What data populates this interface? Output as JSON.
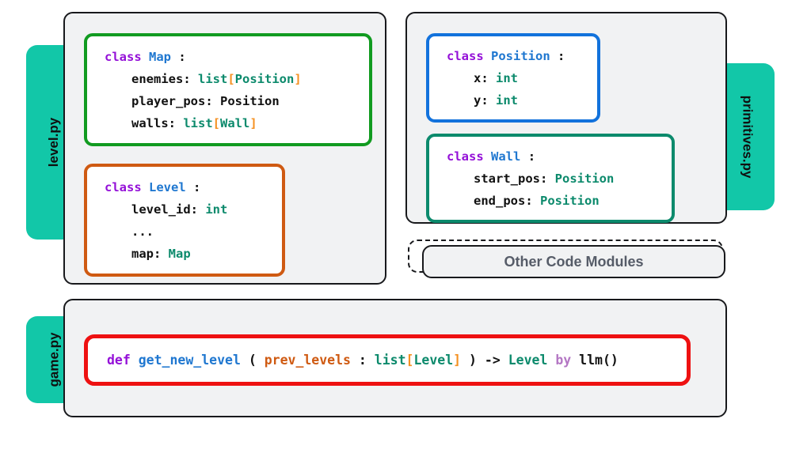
{
  "diagram": {
    "title": "Code module diagram",
    "colors": {
      "tab": "#12C7A8",
      "panel": "#F1F2F3",
      "panel_border": "#18191C",
      "keyword": "#9410D8",
      "class_name": "#1F77D0",
      "type": "#0C8A6C",
      "bracket": "#F59122",
      "argument": "#CF5A12",
      "by_keyword": "#B477C4",
      "box_green": "#119B20",
      "box_orange": "#CF5A12",
      "box_blue": "#1272DC",
      "box_teal": "#0C8A6C",
      "box_red": "#EE1111",
      "other_modules_text": "#565C68"
    }
  },
  "modules": {
    "level": {
      "tab_label": "level.py",
      "classes": {
        "map": {
          "border_color": "#119B20",
          "header": {
            "keyword": "class",
            "name": "Map",
            "colon": ":"
          },
          "fields": [
            {
              "name": "enemies:",
              "type": "list",
              "open": "[",
              "inner": "Position",
              "close": "]"
            },
            {
              "name": "player_pos:",
              "type": "Position",
              "open": "",
              "inner": "",
              "close": ""
            },
            {
              "name": "walls:",
              "type": "list",
              "open": "[",
              "inner": "Wall",
              "close": "]"
            }
          ]
        },
        "level": {
          "border_color": "#CF5A12",
          "header": {
            "keyword": "class",
            "name": "Level",
            "colon": ":"
          },
          "fields": [
            {
              "name": "level_id:",
              "type": "int",
              "open": "",
              "inner": "",
              "close": ""
            },
            {
              "name": "...",
              "type": "",
              "open": "",
              "inner": "",
              "close": ""
            },
            {
              "name": "map:",
              "type": "Map",
              "open": "",
              "inner": "",
              "close": ""
            }
          ]
        }
      }
    },
    "primitives": {
      "tab_label": "primitives.py",
      "classes": {
        "position": {
          "border_color": "#1272DC",
          "header": {
            "keyword": "class",
            "name": "Position",
            "colon": ":"
          },
          "fields": [
            {
              "name": "x:",
              "type": "int",
              "open": "",
              "inner": "",
              "close": ""
            },
            {
              "name": "y:",
              "type": "int",
              "open": "",
              "inner": "",
              "close": ""
            }
          ]
        },
        "wall": {
          "border_color": "#0C8A6C",
          "header": {
            "keyword": "class",
            "name": "Wall",
            "colon": ":"
          },
          "fields": [
            {
              "name": "start_pos:",
              "type": "Position",
              "open": "",
              "inner": "",
              "close": ""
            },
            {
              "name": "end_pos:",
              "type": "Position",
              "open": "",
              "inner": "",
              "close": ""
            }
          ]
        }
      }
    },
    "game": {
      "tab_label": "game.py",
      "function": {
        "border_color": "#EE1111",
        "keyword": "def",
        "name": "get_new_level",
        "paren_open": "(",
        "arg_name": "prev_levels",
        "annot_colon": ":",
        "arg_type": "list",
        "bracket_open": "[",
        "arg_inner": "Level",
        "bracket_close": "]",
        "paren_close": ")",
        "arrow": "->",
        "return_type": "Level",
        "by_keyword": "by",
        "by_target": "llm()"
      }
    },
    "other": {
      "label": "Other Code Modules"
    }
  }
}
